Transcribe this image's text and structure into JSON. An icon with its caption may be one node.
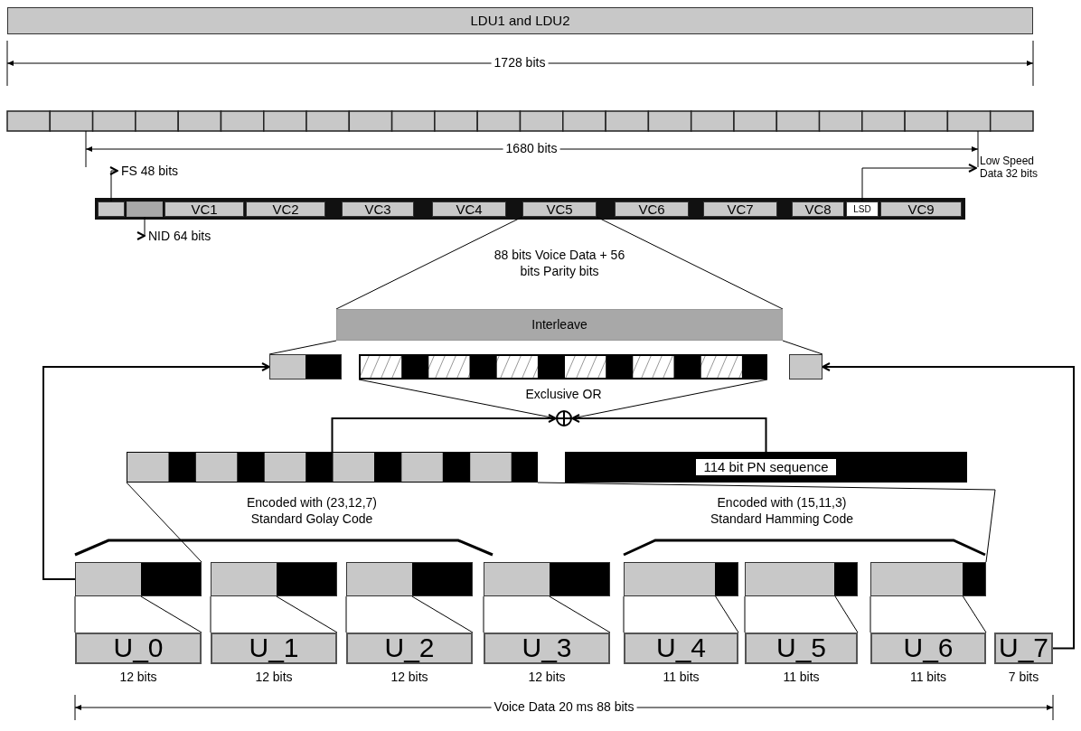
{
  "diagram": {
    "nodes": [
      {
        "text": [
          "LDU1 and LDU2"
        ]
      },
      {
        "text": [
          "FS 48 bits"
        ]
      },
      {
        "text": [
          "Low Speed Data 32 bits"
        ]
      },
      {
        "text": [],
        "shape": "box"
      },
      {
        "text": [],
        "shape": "box"
      },
      {
        "text": [
          "VC1"
        ]
      },
      {
        "text": [
          "VC2"
        ]
      },
      {
        "text": [
          "VC3"
        ]
      },
      {
        "text": [
          "VC4"
        ]
      },
      {
        "text": [
          "VC5"
        ]
      },
      {
        "text": [
          "VC6"
        ]
      },
      {
        "text": [
          "VC7"
        ]
      },
      {
        "text": [
          "VC8"
        ]
      },
      {
        "text": [
          "LSD"
        ]
      },
      {
        "text": [
          "VC9"
        ]
      },
      {
        "text": [
          "NID 64 bits"
        ]
      },
      {
        "text": [
          "Interleave"
        ]
      },
      {
        "text": [],
        "shape": "box"
      },
      {
        "text": [],
        "shape": "box"
      },
      {
        "text": [],
        "shape": "box"
      },
      {
        "text": [],
        "shape": "circle"
      },
      {
        "text": [],
        "shape": "box"
      },
      {
        "text": [
          "114 bit PN sequence"
        ]
      },
      {
        "text": [],
        "shape": "box"
      },
      {
        "text": [],
        "shape": "box"
      },
      {
        "text": [],
        "shape": "box"
      },
      {
        "text": [],
        "shape": "box"
      },
      {
        "text": [],
        "shape": "box"
      },
      {
        "text": [],
        "shape": "box"
      },
      {
        "text": [],
        "shape": "box"
      },
      {
        "text": [
          "U_0"
        ],
        "beside": [
          "12 bits"
        ]
      },
      {
        "text": [
          "U_1"
        ],
        "beside": [
          "12 bits"
        ]
      },
      {
        "text": [
          "U_2"
        ],
        "beside": [
          "12 bits"
        ]
      },
      {
        "text": [
          "U_3"
        ],
        "beside": [
          "12 bits"
        ]
      },
      {
        "text": [
          "U_4"
        ],
        "beside": [
          "11 bits"
        ]
      },
      {
        "text": [
          "U_5"
        ],
        "beside": [
          "11 bits"
        ]
      },
      {
        "text": [
          "U_6"
        ],
        "beside": [
          "11 bits"
        ]
      },
      {
        "text": [
          "U_7"
        ],
        "beside": [
          "7 bits"
        ]
      }
    ],
    "edges": [
      {
        "from": 3,
        "to": 1,
        "arrow": "to"
      },
      {
        "from": 4,
        "to": 15,
        "arrow": "to"
      },
      {
        "from": 13,
        "to": 2,
        "arrow": "to"
      },
      {
        "from": 9,
        "to": 16,
        "arrow": "none",
        "label": "88 bits Voice Data + 56 bits Parity bits"
      },
      {
        "from": 16,
        "to": 17,
        "arrow": "none"
      },
      {
        "from": 16,
        "to": 19,
        "arrow": "none"
      },
      {
        "from": 18,
        "to": 20,
        "arrow": "none",
        "label": "Exclusive OR"
      },
      {
        "from": 21,
        "to": 20,
        "arrow": "to"
      },
      {
        "from": 22,
        "to": 20,
        "arrow": "to"
      },
      {
        "from": 21,
        "to": 23,
        "arrow": "none"
      },
      {
        "from": 21,
        "to": 29,
        "arrow": "none"
      },
      {
        "from": 23,
        "to": 17,
        "arrow": "to"
      },
      {
        "from": 37,
        "to": 19,
        "arrow": "to"
      },
      {
        "from": 30,
        "to": 23,
        "arrow": "none"
      },
      {
        "from": 31,
        "to": 24,
        "arrow": "none"
      },
      {
        "from": 32,
        "to": 25,
        "arrow": "none"
      },
      {
        "from": 33,
        "to": 26,
        "arrow": "none"
      },
      {
        "from": 34,
        "to": 27,
        "arrow": "none"
      },
      {
        "from": 35,
        "to": 28,
        "arrow": "none"
      },
      {
        "from": 36,
        "to": 29,
        "arrow": "none"
      }
    ],
    "labels": [
      "1728 bits",
      "1680 bits",
      "Encoded with (23,12,7) Standard Golay Code",
      "Encoded with (15,11,3) Standard Hamming Code",
      "Voice Data 20 ms 88 bits"
    ]
  }
}
